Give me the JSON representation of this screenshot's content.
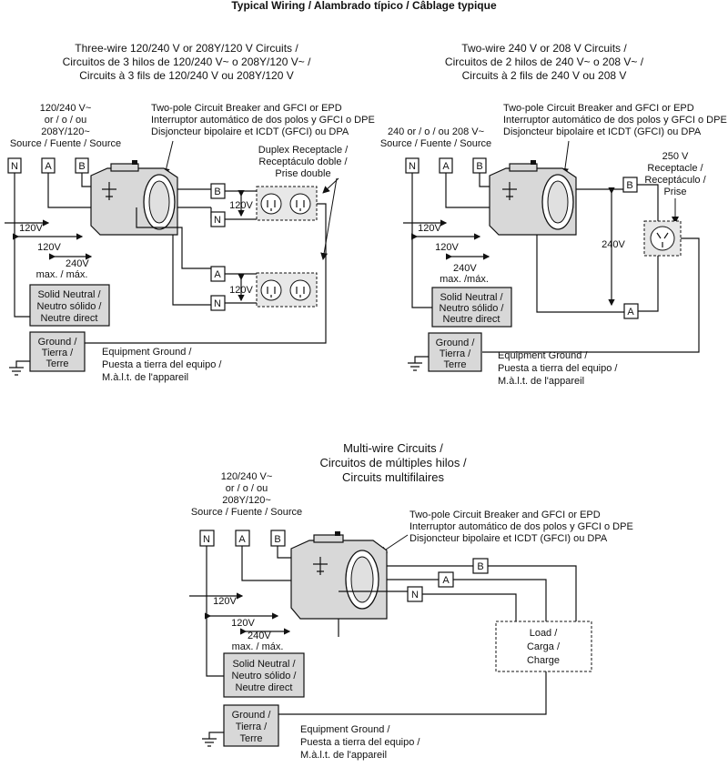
{
  "title": "Typical Wiring / Alambrado típico / Câblage typique",
  "labels": {
    "n": "N",
    "a": "A",
    "b": "B",
    "v120": "120V",
    "v240": "240V",
    "max": "max. / máx.",
    "max2": "max. /máx."
  },
  "breaker_label": [
    "Two-pole Circuit Breaker and GFCI or EPD",
    "Interruptor automático de dos polos y GFCI o DPE",
    "Disjoncteur bipolaire et ICDT (GFCI) ou DPA"
  ],
  "neutral_label": [
    "Solid Neutral /",
    "Neutro sólido /",
    "Neutre direct"
  ],
  "ground_label": [
    "Ground /",
    "Tierra /",
    "Terre"
  ],
  "equip_ground": [
    "Equipment Ground /",
    "Puesta a tierra del equipo /",
    "M.à.l.t. de l'appareil"
  ],
  "source_120_240": [
    "120/240 V~",
    "or / o / ou",
    "208Y/120~",
    "Source / Fuente / Source"
  ],
  "source_multi": [
    "120/240 V~",
    "or / o / ou",
    "208Y/120~",
    "Source / Fuente / Source"
  ],
  "three_wire": {
    "heading": [
      "Three-wire 120/240 V or 208Y/120 V Circuits /",
      "Circuitos de 3 hilos de 120/240 V~ o 208Y/120 V~ /",
      "Circuits à 3 fils de 120/240 V ou 208Y/120 V"
    ],
    "duplex": [
      "Duplex Receptacle /",
      "Receptáculo doble /",
      "Prise double"
    ]
  },
  "two_wire": {
    "heading": [
      "Two-wire 240 V or 208 V Circuits /",
      "Circuitos de 2 hilos de 240 V~ o 208 V~ /",
      "Circuits à 2 fils de 240 V ou 208 V"
    ],
    "source": [
      "240 or / o / ou 208 V~",
      "Source / Fuente / Source"
    ],
    "receptacle": [
      "250 V",
      "Receptacle /",
      "Receptáculo /",
      "Prise"
    ]
  },
  "multi_wire": {
    "heading": [
      "Multi-wire Circuits /",
      "Circuitos de múltiples hilos /",
      "Circuits multifilaires"
    ],
    "load": [
      "Load /",
      "Carga /",
      "Charge"
    ]
  }
}
